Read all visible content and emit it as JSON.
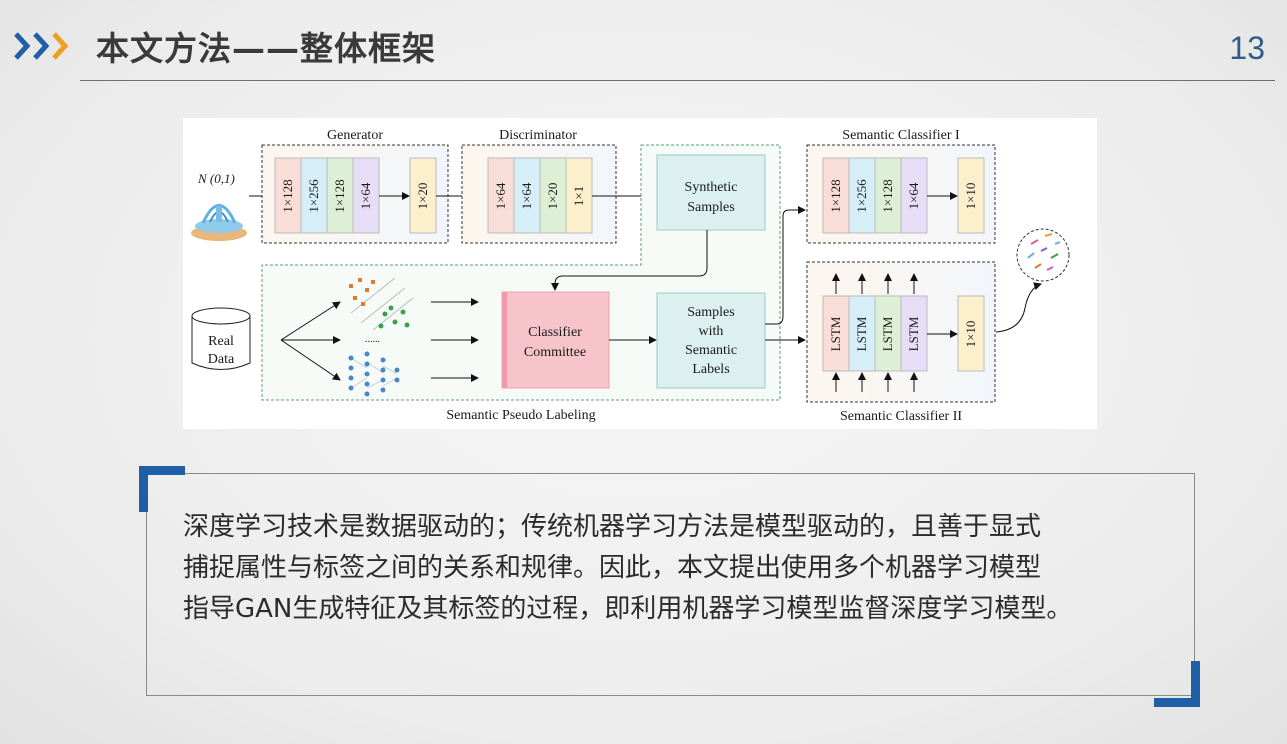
{
  "header": {
    "title": "本文方法——整体框架",
    "page_number": "13"
  },
  "colors": {
    "accent_blue": "#1f5fa8",
    "accent_orange": "#f0a020"
  },
  "figure": {
    "noise_label": "N (0,1)",
    "generator": {
      "title": "Generator",
      "layers": [
        "1×128",
        "1×256",
        "1×128",
        "1×64",
        "1×20"
      ]
    },
    "discriminator": {
      "title": "Discriminator",
      "layers": [
        "1×64",
        "1×64",
        "1×20",
        "1×1"
      ]
    },
    "synthetic_samples": "Synthetic Samples",
    "real_data": "Real Data",
    "ellipsis": "......",
    "classifier_committee": "Classifier Committee",
    "labeled_samples": "Samples with Semantic Labels",
    "pseudo_labeling_title": "Semantic Pseudo Labeling",
    "classifier_1": {
      "title": "Semantic Classifier I",
      "layers": [
        "1×128",
        "1×256",
        "1×128",
        "1×64",
        "1×10"
      ]
    },
    "classifier_2": {
      "title": "Semantic Classifier II",
      "layers": [
        "LSTM",
        "LSTM",
        "LSTM",
        "LSTM",
        "1×10"
      ]
    }
  },
  "callout": {
    "lines": [
      "深度学习技术是数据驱动的；传统机器学习方法是模型驱动的，且善于显式",
      "捕捉属性与标签之间的关系和规律。因此，本文提出使用多个机器学习模型",
      "指导GAN生成特征及其标签的过程，即利用机器学习模型监督深度学习模型。"
    ]
  }
}
